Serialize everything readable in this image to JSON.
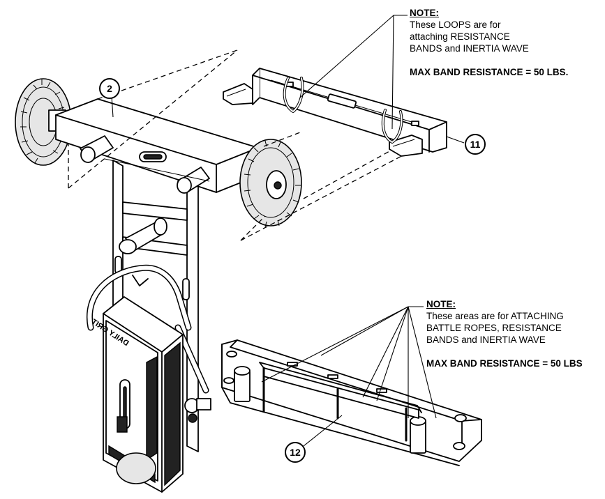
{
  "note_top": {
    "title": "NOTE:",
    "lines": [
      "These LOOPS are for",
      "attaching RESISTANCE",
      "BANDS and INERTIA WAVE"
    ],
    "max_resistance": "MAX BAND RESISTANCE = 50 LBS."
  },
  "note_bottom": {
    "title": "NOTE:",
    "lines": [
      "These areas are for ATTACHING",
      "BATTLE ROPES, RESISTANCE",
      "BANDS and INERTIA WAVE"
    ],
    "max_resistance": "MAX BAND RESISTANCE = 50 LBS"
  },
  "callouts": {
    "axle": "2",
    "loop_bracket": "11",
    "rope_bracket": "12"
  },
  "device_label": "DAILY GRIT"
}
